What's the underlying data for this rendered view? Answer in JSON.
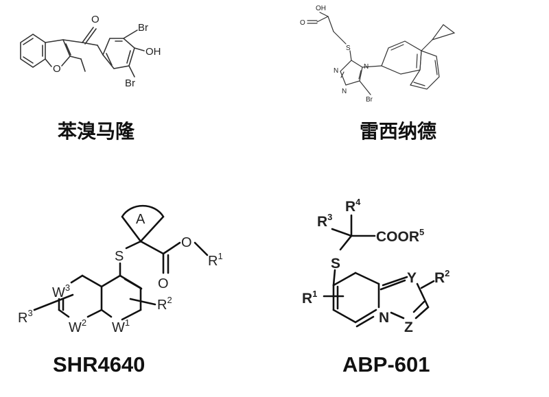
{
  "captions": {
    "benzbromarone": "苯溴马隆",
    "lesinurad": "雷西纳德",
    "shr4640": "SHR4640",
    "abp601": "ABP-601"
  },
  "atoms": {
    "benzbromarone": {
      "carbonyl_o": "O",
      "furan_o": "O",
      "br_top": "Br",
      "br_bottom": "Br",
      "hydroxyl": "OH"
    },
    "lesinurad": {
      "acid": "OH",
      "acid_o": "O",
      "sulfur": "S",
      "n4": "N",
      "n1": "N",
      "n2": "N",
      "bromo": "Br"
    },
    "shr4640": {
      "ring_a": "A",
      "sulfur": "S",
      "ester_o": "O",
      "carbonyl_o": "O",
      "r1": "R",
      "r1_sup": "1",
      "r2": "R",
      "r2_sup": "2",
      "r3": "R",
      "r3_sup": "3",
      "w3": "W",
      "w3_sup": "3",
      "w2": "W",
      "w2_sup": "2",
      "w1": "W",
      "w1_sup": "1"
    },
    "abp601": {
      "r4": "R",
      "r4_sup": "4",
      "r3": "R",
      "r3_sup": "3",
      "ester": "COOR",
      "ester_sup": "5",
      "sulfur": "S",
      "r1": "R",
      "r1_sup": "1",
      "y": "Y",
      "r2": "R",
      "r2_sup": "2",
      "n": "N",
      "z": "Z"
    }
  }
}
